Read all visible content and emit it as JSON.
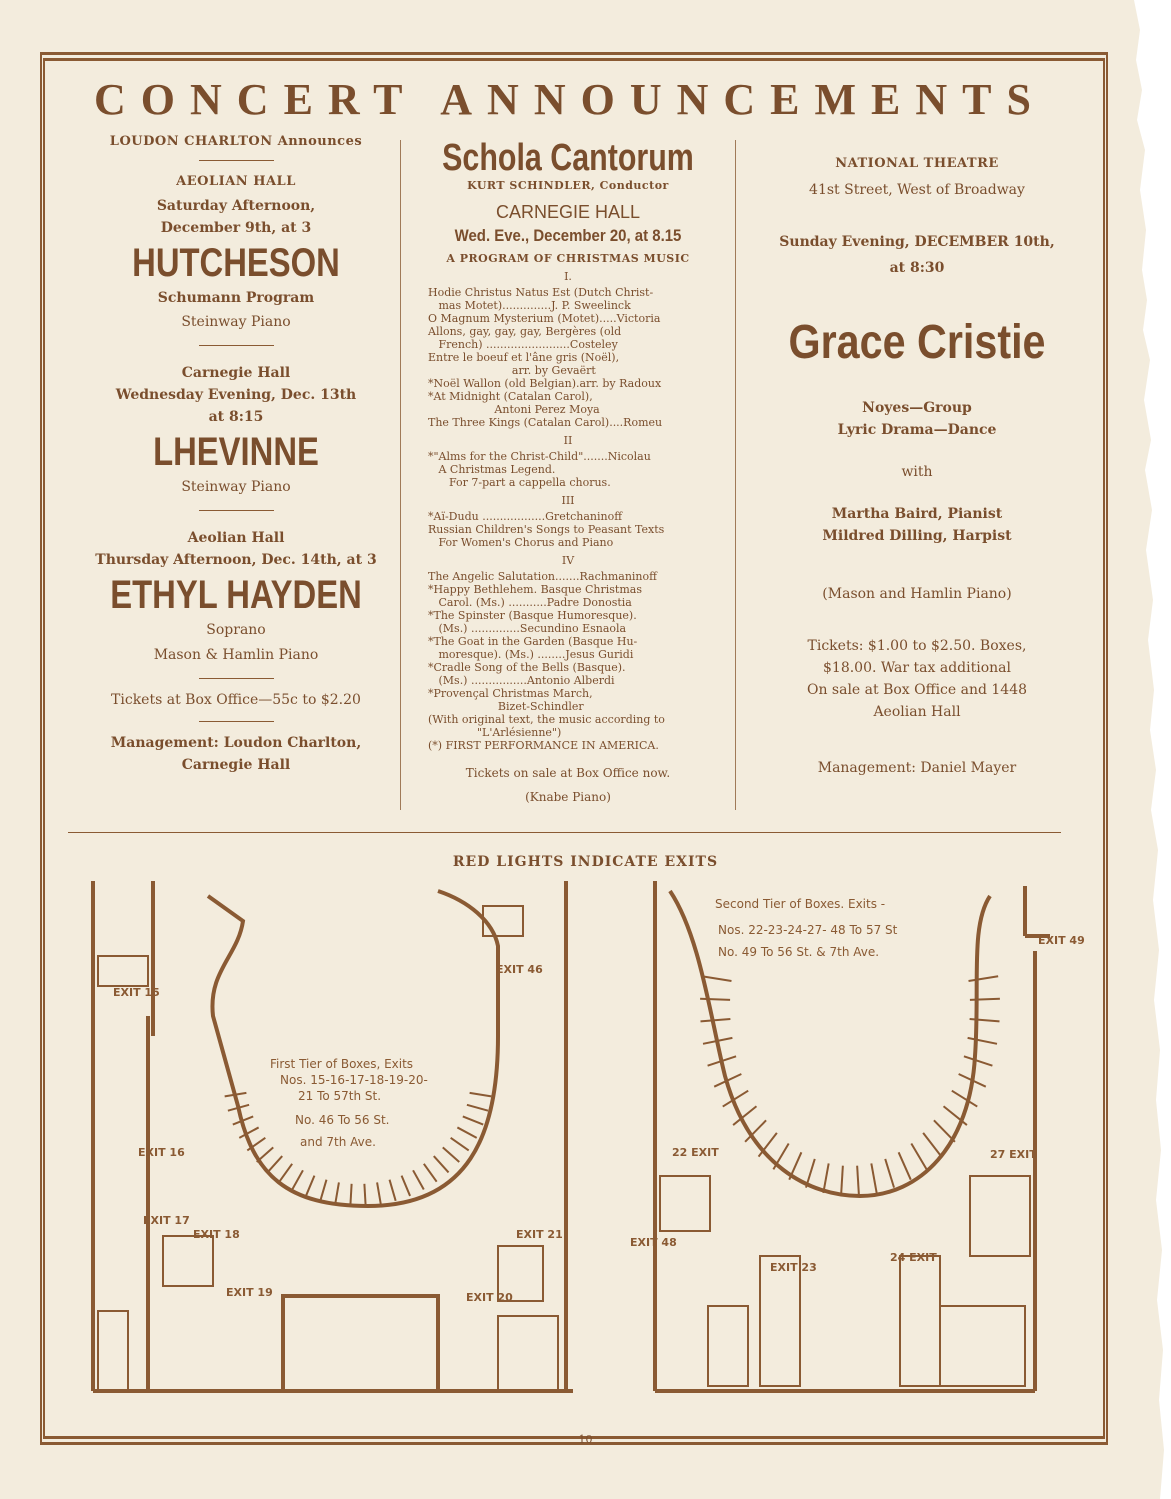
{
  "title": "CONCERT ANNOUNCEMENTS",
  "left": {
    "announcer": "LOUDON CHARLTON Announces",
    "venue1": "AEOLIAN HALL",
    "date1a": "Saturday Afternoon,",
    "date1b": "December 9th, at 3",
    "artist1": "HUTCHESON",
    "program1": "Schumann Program",
    "piano1": "Steinway Piano",
    "venue2": "Carnegie Hall",
    "date2a": "Wednesday Evening, Dec. 13th",
    "date2b": "at 8:15",
    "artist2": "LHEVINNE",
    "piano2": "Steinway Piano",
    "venue3": "Aeolian Hall",
    "date3": "Thursday Afternoon, Dec. 14th, at 3",
    "artist3": "ETHYL HAYDEN",
    "role3": "Soprano",
    "piano3": "Mason & Hamlin Piano",
    "tickets": "Tickets at Box Office—55c to $2.20",
    "management1": "Management: Loudon Charlton,",
    "management2": "Carnegie Hall"
  },
  "middle": {
    "name": "Schola Cantorum",
    "conductor": "KURT SCHINDLER, Conductor",
    "venue": "CARNEGIE HALL",
    "date": "Wed. Eve., December 20, at 8.15",
    "program_title": "A PROGRAM OF CHRISTMAS MUSIC",
    "sections": [
      {
        "numeral": "I.",
        "lines": [
          "Hodie Christus Natus Est (Dutch Christ-",
          "   mas Motet)..............J. P. Sweelinck",
          "O Magnum Mysterium (Motet).....Victoria",
          "Allons, gay, gay, gay, Bergères (old",
          "   French) ........................Costeley",
          "Entre le boeuf et l'âne gris (Noël),",
          "                        arr. by Gevaërt",
          "*Noël Wallon (old Belgian).arr. by Radoux",
          "*At Midnight (Catalan Carol),",
          "                   Antoni Perez Moya",
          "The Three Kings (Catalan Carol)....Romeu"
        ]
      },
      {
        "numeral": "II",
        "lines": [
          "*\"Alms for the Christ-Child\".......Nicolau",
          "   A Christmas Legend.",
          "      For 7-part a cappella chorus."
        ]
      },
      {
        "numeral": "III",
        "lines": [
          "*Aï-Dudu ..................Gretchaninoff",
          "Russian Children's Songs to Peasant Texts",
          "   For Women's Chorus and Piano"
        ]
      },
      {
        "numeral": "IV",
        "lines": [
          "The Angelic Salutation.......Rachmaninoff",
          "*Happy Bethlehem. Basque Christmas",
          "   Carol. (Ms.) ...........Padre Donostia",
          "*The Spinster (Basque Humoresque).",
          "   (Ms.) ..............Secundino Esnaola",
          "*The Goat in the Garden (Basque Hu-",
          "   moresque). (Ms.) ........Jesus Guridi",
          "*Cradle Song of the Bells (Basque).",
          "   (Ms.) ................Antonio Alberdi",
          "*Provençal Christmas March,",
          "                    Bizet-Schindler",
          "(With original text, the music according to",
          "              \"L'Arlésienne\")",
          "(*) FIRST PERFORMANCE IN AMERICA."
        ]
      }
    ],
    "tickets": "Tickets on sale at Box Office now.",
    "piano": "(Knabe Piano)"
  },
  "right": {
    "venue": "NATIONAL THEATRE",
    "address": "41st Street, West of Broadway",
    "date1": "Sunday Evening, DECEMBER 10th,",
    "date2": "at 8:30",
    "artist": "Grace Cristie",
    "desc1": "Noyes—Group",
    "desc2": "Lyric Drama—Dance",
    "with": "with",
    "assist1": "Martha Baird, Pianist",
    "assist2": "Mildred Dilling, Harpist",
    "piano": "(Mason and Hamlin Piano)",
    "tickets1": "Tickets: $1.00 to $2.50. Boxes,",
    "tickets2": "$18.00. War tax additional",
    "tickets3": "On sale at Box Office and 1448",
    "tickets4": "Aeolian Hall",
    "management": "Management: Daniel Mayer"
  },
  "exits": {
    "heading": "RED LIGHTS INDICATE EXITS",
    "plan1": {
      "caption": [
        "First Tier of Boxes, Exits",
        "Nos. 15-16-17-18-19-20-",
        "21 To 57th St.",
        "No. 46 To 56 St.",
        "and 7th Ave."
      ],
      "labels": {
        "e15": "EXIT 15",
        "e16": "EXIT 16",
        "e17": "EXIT 17",
        "e18": "EXIT 18",
        "e19": "EXIT 19",
        "e20": "EXIT 20",
        "e21": "EXIT 21",
        "e46": "EXIT 46"
      }
    },
    "plan2": {
      "caption": [
        "Second Tier of Boxes. Exits -",
        "Nos. 22-23-24-27- 48 To 57 St",
        "No. 49 To 56 St. & 7th Ave."
      ],
      "labels": {
        "e22": "22 EXIT",
        "e23": "EXIT 23",
        "e24": "24 EXIT",
        "e27": "27 EXIT",
        "e48": "EXIT 48",
        "e49": "EXIT 49"
      }
    }
  },
  "page_number": "10"
}
